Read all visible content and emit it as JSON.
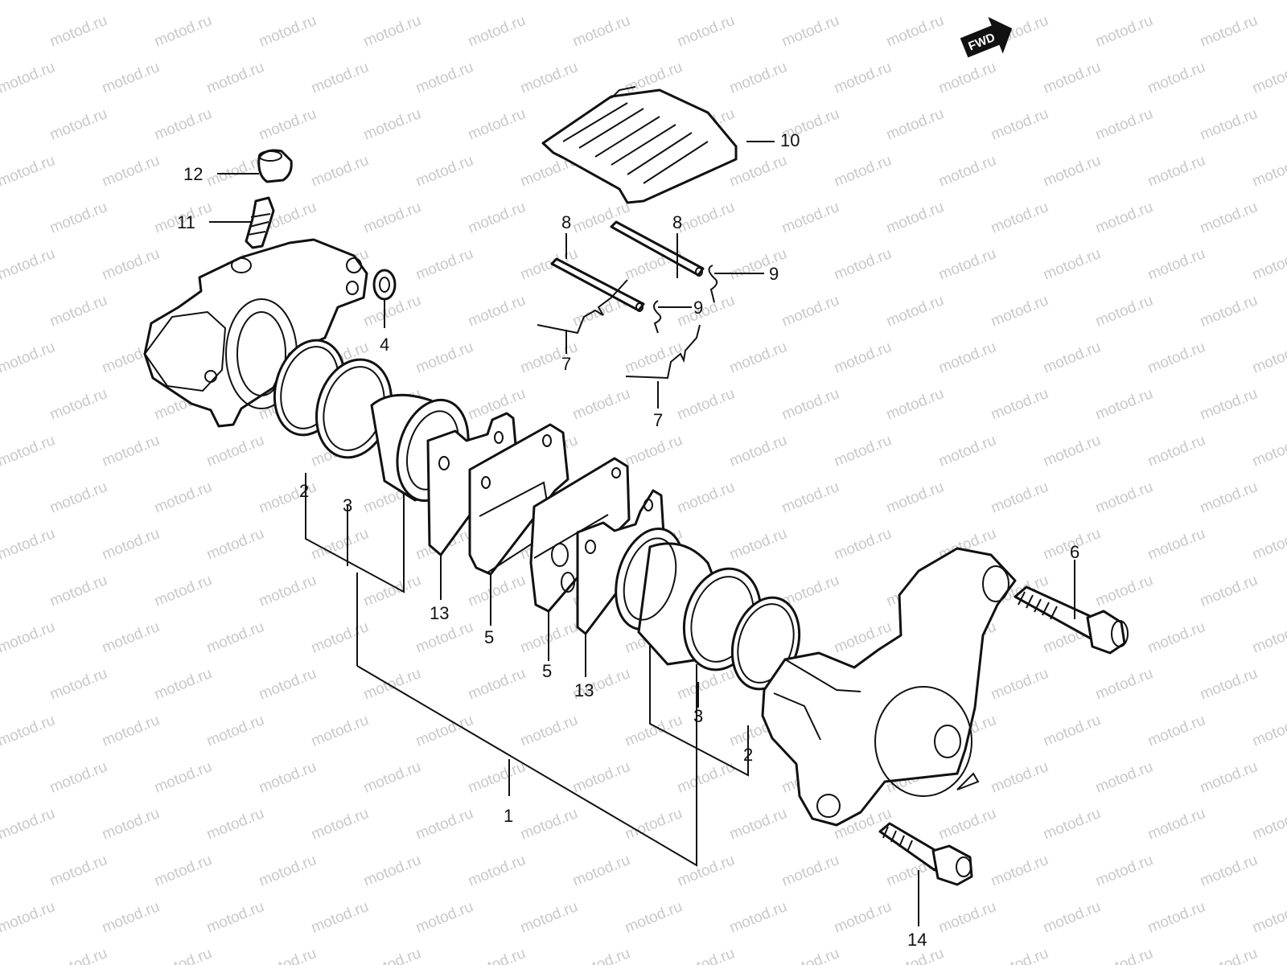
{
  "watermark": "motod.ru",
  "direction_badge": "FWD",
  "callouts": [
    {
      "id": "c1",
      "text": "1"
    },
    {
      "id": "c2a",
      "text": "2"
    },
    {
      "id": "c2b",
      "text": "2"
    },
    {
      "id": "c3a",
      "text": "3"
    },
    {
      "id": "c3b",
      "text": "3"
    },
    {
      "id": "c4",
      "text": "4"
    },
    {
      "id": "c5a",
      "text": "5"
    },
    {
      "id": "c5b",
      "text": "5"
    },
    {
      "id": "c6",
      "text": "6"
    },
    {
      "id": "c7a",
      "text": "7"
    },
    {
      "id": "c7b",
      "text": "7"
    },
    {
      "id": "c8a",
      "text": "8"
    },
    {
      "id": "c8b",
      "text": "8"
    },
    {
      "id": "c9a",
      "text": "9"
    },
    {
      "id": "c9b",
      "text": "9"
    },
    {
      "id": "c10",
      "text": "10"
    },
    {
      "id": "c11",
      "text": "11"
    },
    {
      "id": "c12",
      "text": "12"
    },
    {
      "id": "c13a",
      "text": "13"
    },
    {
      "id": "c13b",
      "text": "13"
    },
    {
      "id": "c14",
      "text": "14"
    }
  ]
}
